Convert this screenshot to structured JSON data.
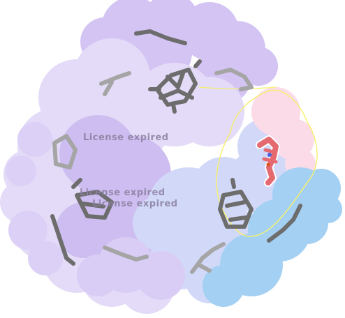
{
  "watermarks": {
    "w1": "License expired",
    "w2": "License expired",
    "w3": "License expired"
  },
  "colors": {
    "lavender_light": "#e4dcf8",
    "lavender_mid": "#d7c9f4",
    "purple": "#c8b6ef",
    "periwinkle": "#cfd5f8",
    "sky_blue": "#9ecff2",
    "pink": "#fbdde8",
    "heme_gray": "#6f6f6f",
    "heme_light": "#a3a3a3",
    "ligand": "#e46a70",
    "pocket_outline": "#f5ef6a"
  },
  "icons": [
    "protein-surface-icon",
    "heme-group-icon",
    "ligand-icon"
  ]
}
